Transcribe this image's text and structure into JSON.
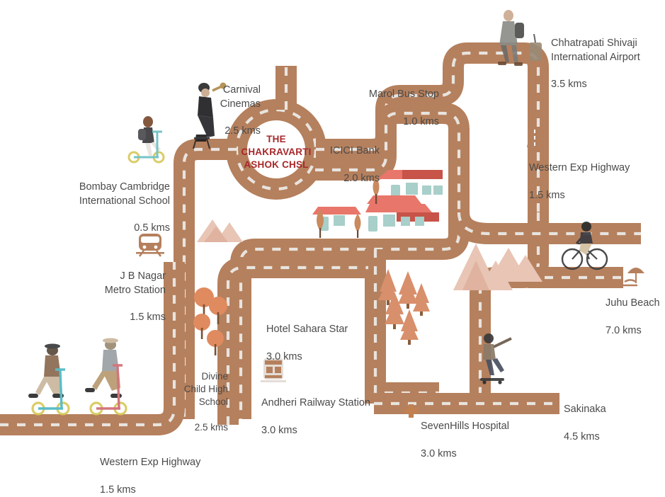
{
  "map": {
    "title": "THE\nCHAKRAVARTI\nASHOK CHSL",
    "title_color": "#a8282a",
    "road_color": "#b5805d",
    "road_dash_color": "#e8e4df",
    "label_color": "#4a4a4a",
    "background": "#ffffff"
  },
  "landmarks": [
    {
      "id": "chhatrapati-shivaji-international-airport",
      "name": "Chhatrapati Shivaji\nInternational Airport",
      "distance": "3.5 kms",
      "icon": "traveler-with-luggage",
      "align": "left"
    },
    {
      "id": "carnival-cinemas",
      "name": "Carnival\nCinemas",
      "distance": "2.5 kms",
      "icon": "trumpet-player",
      "align": "right"
    },
    {
      "id": "marol-bus-stop",
      "name": "Marol Bus Stop",
      "distance": "1.0 kms",
      "icon": "none",
      "align": "right"
    },
    {
      "id": "icici-bank",
      "name": "ICICI Bank",
      "distance": "2.0 kms",
      "icon": "none",
      "align": "right"
    },
    {
      "id": "western-exp-highway-right",
      "name": "Western Exp Highway",
      "distance": "1.5 kms",
      "icon": "highway-icon",
      "align": "left"
    },
    {
      "id": "bombay-cambridge-international-school",
      "name": "Bombay Cambridge\nInternational School",
      "distance": "0.5 kms",
      "icon": "girl-on-scooter",
      "align": "right"
    },
    {
      "id": "j-b-nagar-metro-station",
      "name": "J B Nagar\nMetro Station",
      "distance": "1.5 kms",
      "icon": "metro-train-icon",
      "align": "right"
    },
    {
      "id": "hotel-sahara-star",
      "name": "Hotel Sahara Star",
      "distance": "3.0 kms",
      "icon": "none",
      "align": "left"
    },
    {
      "id": "divine-child-high-school",
      "name": "Divine\nChild High\nSchool",
      "distance": "2.5 kms",
      "icon": "trees",
      "align": "right"
    },
    {
      "id": "andheri-railway-station",
      "name": "Andheri Railway Station",
      "distance": "3.0 kms",
      "icon": "railway-train-icon",
      "align": "left"
    },
    {
      "id": "juhu-beach",
      "name": "Juhu Beach",
      "distance": "7.0 kms",
      "icon": "beach-umbrella-icon",
      "align": "left"
    },
    {
      "id": "sakinaka",
      "name": "Sakinaka",
      "distance": "4.5 kms",
      "icon": "none",
      "align": "left"
    },
    {
      "id": "sevenhills-hospital",
      "name": "SevenHills Hospital",
      "distance": "3.0 kms",
      "icon": "hospital-cross-icon",
      "align": "left"
    },
    {
      "id": "western-exp-highway-bottom",
      "name": "Western Exp Highway",
      "distance": "1.5 kms",
      "icon": "none",
      "align": "left"
    }
  ],
  "scenery": {
    "house_roof_light": "#e8766a",
    "house_roof_dark": "#c75349",
    "house_wall": "#ffffff",
    "window_color": "#a8cfc9",
    "tree_color": "#d88f6b",
    "mountain_color": "#e8c5b5",
    "icon_color": "#b5805d"
  },
  "people": [
    {
      "id": "traveler-with-luggage",
      "desc": "man walking with backpack and rolling suitcase"
    },
    {
      "id": "trumpet-player",
      "desc": "man sitting on stool playing trumpet"
    },
    {
      "id": "girl-on-scooter",
      "desc": "schoolgirl riding a kick scooter"
    },
    {
      "id": "cyclist",
      "desc": "man riding a bicycle"
    },
    {
      "id": "skateboarder",
      "desc": "man riding a skateboard"
    },
    {
      "id": "elderly-scooter-rider-1",
      "desc": "elderly man on blue kick scooter"
    },
    {
      "id": "elderly-scooter-rider-2",
      "desc": "elderly man on red kick scooter"
    }
  ]
}
